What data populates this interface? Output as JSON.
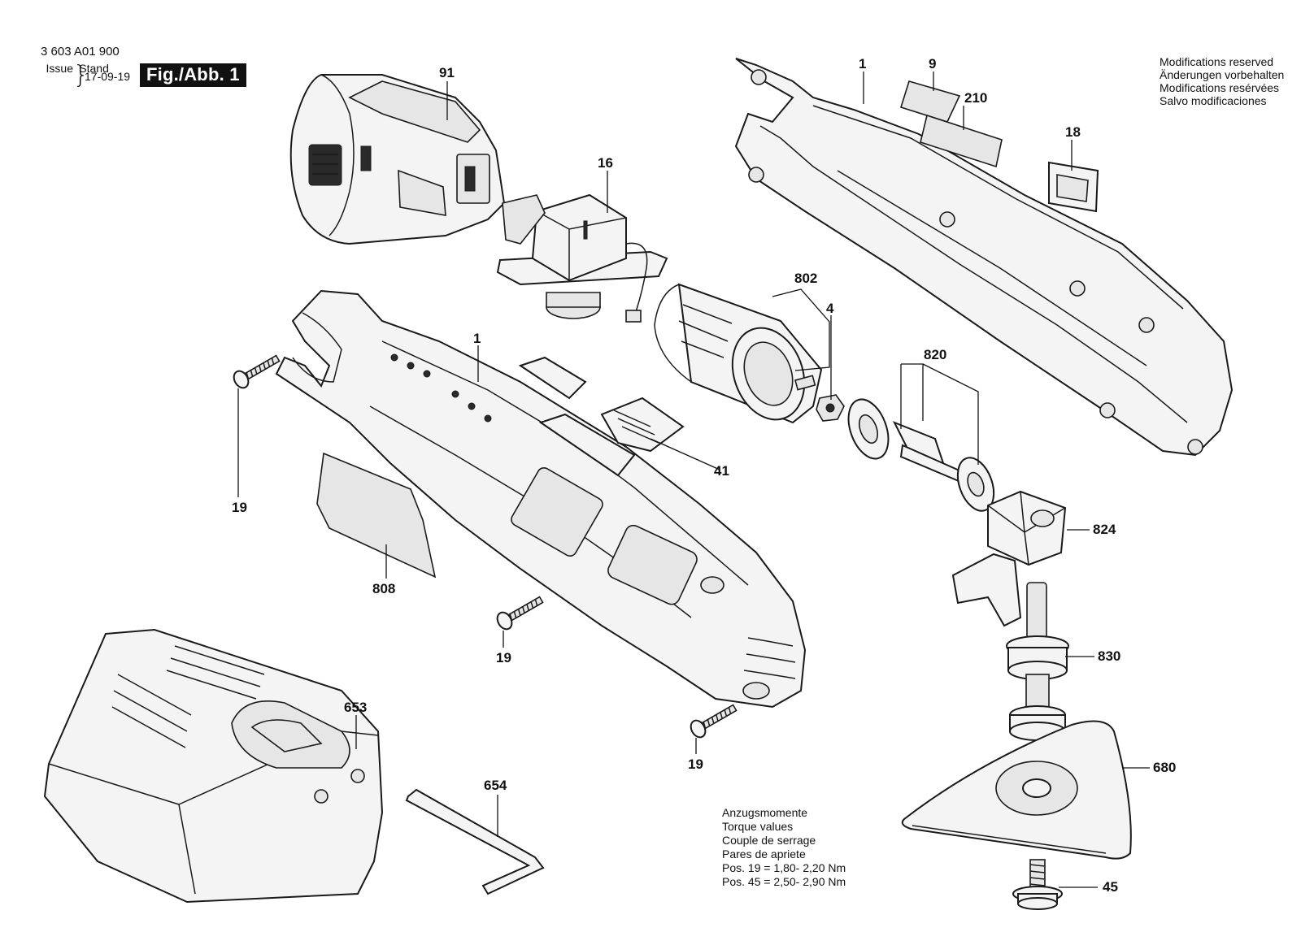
{
  "header": {
    "doc_number": "3 603 A01 900",
    "issue_label": "Issue",
    "stand_label": "Stand",
    "issue_date": "17-09-19",
    "figure_label": "Fig./Abb. 1"
  },
  "modifications_notice": [
    "Modifications reserved",
    "Änderungen vorbehalten",
    "Modifications resérvées",
    "Salvo modificaciones"
  ],
  "torque_notes": [
    "Anzugsmomente",
    "Torque values",
    "Couple de serrage",
    "Pares de apriete",
    "Pos. 19 = 1,80- 2,20 Nm",
    "Pos. 45 = 2,50- 2,90 Nm"
  ],
  "part_numbers": {
    "battery_pack": "91",
    "switch": "16",
    "housing_half_right": "1",
    "rating_plate_small": "9",
    "label_210": "210",
    "cap_18": "18",
    "motor": "802",
    "pinion": "4",
    "housing_half_left": "1",
    "bearing_set": "820",
    "slide_switch": "41",
    "screw_left": "19",
    "nameplate_label": "808",
    "gear_head": "824",
    "screw_mid": "19",
    "spindle_assembly": "830",
    "charger": "653",
    "screw_right": "19",
    "sanding_pad": "680",
    "hex_key": "654",
    "clamp_screw": "45"
  },
  "icons": {
    "fig_badge_color": "#111111"
  }
}
